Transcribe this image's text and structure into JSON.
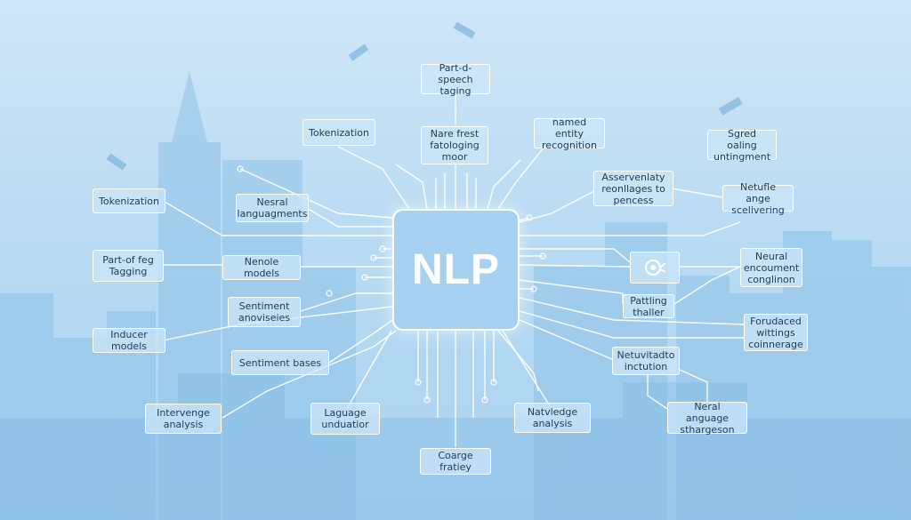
{
  "hub": {
    "label": "NLP"
  },
  "nodes": {
    "pos_top": "Part-d-speech\ntaging",
    "center_top": "Nare frest\nfatologing\nmoor",
    "tokenization_top": "Tokenization",
    "ner": "named entity\nrecognition",
    "signed_calling": "Sgred oaling\nuntingment",
    "tokenization_left": "Tokenization",
    "neural_languagments": "Nesral\nlanguagments",
    "adversarial": "Asservenlaty\nreonllages to\npencess",
    "netufle": "Netufle ange\nscelivering",
    "pos_left": "Part-of feg\nTagging",
    "nenole_models": "Nenole models",
    "neural_encounment": "Neural\nencoument\nconglinon",
    "sentiment_analysis": "Sentiment\nanoviseies",
    "pattling": "Pattling\nthaller",
    "inducer_models": "Inducer models",
    "forudaced": "Forudaced\nwittings\ncoinnerage",
    "sentiment_bases": "Sentiment bases",
    "netuvitadto": "Netuvitadto\ninctution",
    "intervenge": "Intervenge\nanalysis",
    "language_unduation": "Laguage\nunduatior",
    "natvledge": "Natvledge\nanalysis",
    "neral_anguage": "Neral anguage\nsthargeson",
    "coarge": "Coarge fratiey"
  },
  "icons": {
    "center_icon": "at-sign-icon",
    "satellite": "satellite-icon"
  },
  "colors": {
    "background": "#b9dbf3",
    "line": "#ffffff",
    "text": "#1f3b57"
  }
}
